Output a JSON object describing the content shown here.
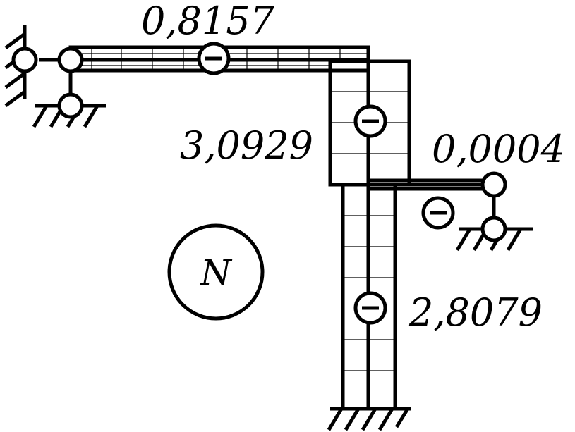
{
  "labels": {
    "top_beam_value": "0,8157",
    "upper_column_value": "3,0929",
    "right_beam_value": "0,0004",
    "lower_column_value": "2,8079",
    "diagram_symbol": "N"
  },
  "diagram": {
    "type": "axial force diagram",
    "sign": "minus",
    "members": [
      {
        "segment": "top beam",
        "value": "0,8157"
      },
      {
        "segment": "upper column",
        "value": "3,0929"
      },
      {
        "segment": "right beam",
        "value": "0,0004"
      },
      {
        "segment": "lower column",
        "value": "2,8079"
      }
    ]
  },
  "colors": {
    "ink": "#000000",
    "paper": "#ffffff"
  }
}
